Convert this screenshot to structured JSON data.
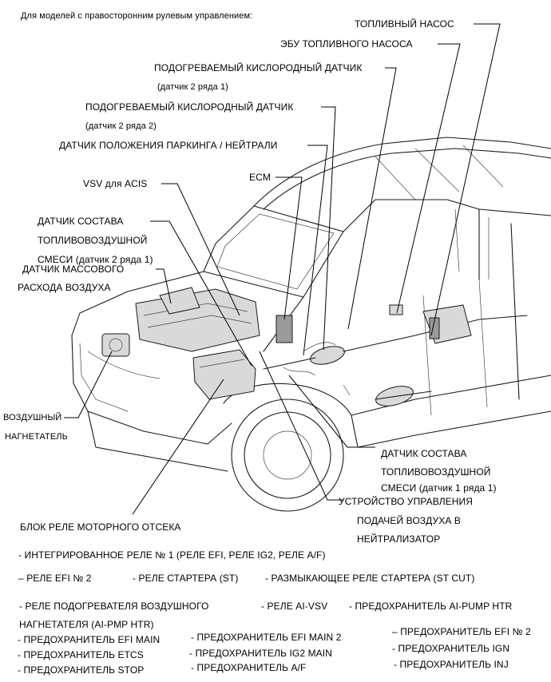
{
  "header": "Для моделей с правосторонним рулевым управлением:",
  "labels": {
    "fuel_pump": "ТОПЛИВНЫЙ НАСОС",
    "fuel_pump_ecu": "ЭБУ ТОПЛИВНОГО НАСОСА",
    "o2_sensor_b2s1": "ПОДОГРЕВАЕМЫЙ КИСЛОРОДНЫЙ ДАТЧИК",
    "o2_sensor_b2s1_note": "(датчик 2 ряда 1)",
    "o2_sensor_b2s2": "ПОДОГРЕВАЕМЫЙ КИСЛОРОДНЫЙ ДАТЧИК",
    "o2_sensor_b2s2_note": "(датчик 2 ряда 2)",
    "park_neutral_sensor": "ДАТЧИК ПОЛОЖЕНИЯ ПАРКИНГА / НЕЙТРАЛИ",
    "ecm": "ECM",
    "vsv_acis": "VSV для ACIS",
    "af_sensor_b2s1_line1": "ДАТЧИК СОСТАВА",
    "af_sensor_b2s1_line2": "ТОПЛИВОВОЗДУШНОЙ",
    "af_sensor_b2s1_line3": "СМЕСИ (датчик 2 ряда 1)",
    "maf_line1": "ДАТЧИК МАССОВОГО",
    "maf_line2": "РАСХОДА ВОЗДУХА",
    "air_pump_line1": "ВОЗДУШНЫЙ",
    "air_pump_line2": "НАГНЕТАТЕЛЬ",
    "af_sensor_b1s1_line1": "ДАТЧИК СОСТАВА",
    "af_sensor_b1s1_line2": "ТОПЛИВОВОЗДУШНОЙ",
    "af_sensor_b1s1_line3": "СМЕСИ (датчик 1 ряда 1)",
    "air_injection_line1": "УСТРОЙСТВО УПРАВЛЕНИЯ",
    "air_injection_line2": "ПОДАЧЕЙ ВОЗДУХА В",
    "air_injection_line3": "НЕЙТРАЛИЗАТОР",
    "relay_block": "БЛОК РЕЛЕ МОТОРНОГО ОТСЕКА"
  },
  "relay_list": {
    "integrated_relay": "- ИНТЕГРИРОВАННОЕ РЕЛЕ № 1 (РЕЛЕ EFI, РЕЛЕ IG2, РЕЛЕ A/F)",
    "efi_no2_relay": "– РЕЛЕ EFI № 2",
    "starter_relay": "- РЕЛЕ СТАРТЕРА (ST)",
    "st_cut_relay": "- РАЗМЫКАЮЩЕЕ РЕЛЕ СТАРТЕРА (ST CUT)",
    "air_pump_heater_relay_1": "- РЕЛЕ ПОДОГРЕВАТЕЛЯ ВОЗДУШНОГО",
    "air_pump_heater_relay_2": "НАГНЕТАТЕЛЯ (AI-PMP HTR)",
    "ai_vsv_relay": "- РЕЛЕ AI-VSV",
    "ai_pump_htr_fuse": "- ПРЕДОХРАНИТЕЛЬ AI-PUMP HTR",
    "efi_main_fuse": "- ПРЕДОХРАНИТЕЛЬ EFI MAIN",
    "etcs_fuse": "- ПРЕДОХРАНИТЕЛЬ ETCS",
    "stop_fuse": "- ПРЕДОХРАНИТЕЛЬ STOP",
    "efi_main2_fuse": "- ПРЕДОХРАНИТЕЛЬ EFI MAIN 2",
    "ig2_main_fuse": "- ПРЕДОХРАНИТЕЛЬ IG2 MAIN",
    "af_fuse": "- ПРЕДОХРАНИТЕЛЬ A/F",
    "efi_no2_fuse": "– ПРЕДОХРАНИТЕЛЬ EFI № 2",
    "ign_fuse": "- ПРЕДОХРАНИТЕЛЬ IGN",
    "inj_fuse": "- ПРЕДОХРАНИТЕЛЬ INJ"
  }
}
